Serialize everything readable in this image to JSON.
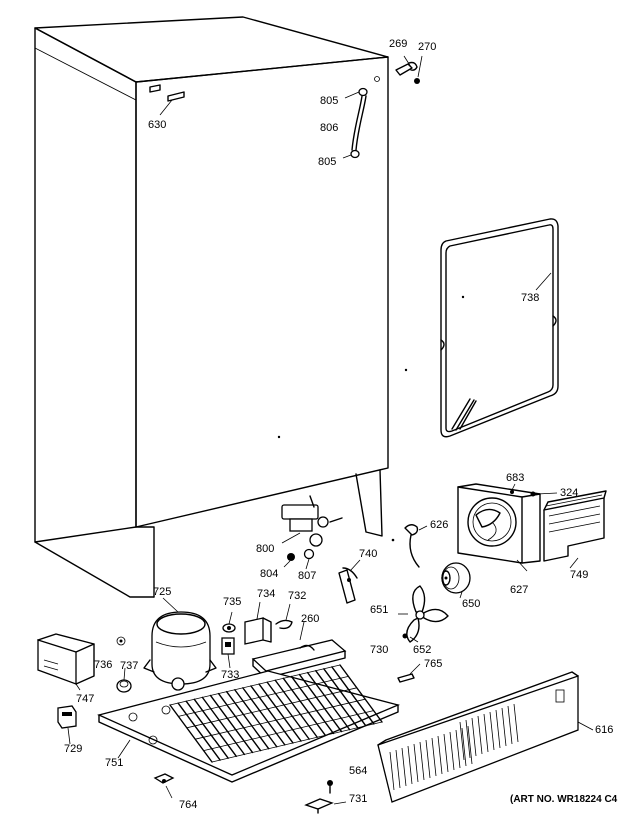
{
  "parts": [
    {
      "id": "p269",
      "label": "269"
    },
    {
      "id": "p270",
      "label": "270"
    },
    {
      "id": "p805a",
      "label": "805"
    },
    {
      "id": "p806",
      "label": "806"
    },
    {
      "id": "p805b",
      "label": "805"
    },
    {
      "id": "p630",
      "label": "630"
    },
    {
      "id": "p738",
      "label": "738"
    },
    {
      "id": "p683",
      "label": "683"
    },
    {
      "id": "p324",
      "label": "324"
    },
    {
      "id": "p626",
      "label": "626"
    },
    {
      "id": "p800",
      "label": "800"
    },
    {
      "id": "p740",
      "label": "740"
    },
    {
      "id": "p804",
      "label": "804"
    },
    {
      "id": "p807",
      "label": "807"
    },
    {
      "id": "p749",
      "label": "749"
    },
    {
      "id": "p627",
      "label": "627"
    },
    {
      "id": "p650",
      "label": "650"
    },
    {
      "id": "p725",
      "label": "725"
    },
    {
      "id": "p735",
      "label": "735"
    },
    {
      "id": "p734",
      "label": "734"
    },
    {
      "id": "p732",
      "label": "732"
    },
    {
      "id": "p651",
      "label": "651"
    },
    {
      "id": "p260",
      "label": "260"
    },
    {
      "id": "p652",
      "label": "652"
    },
    {
      "id": "p730",
      "label": "730"
    },
    {
      "id": "p765",
      "label": "765"
    },
    {
      "id": "p736",
      "label": "736"
    },
    {
      "id": "p737",
      "label": "737"
    },
    {
      "id": "p733",
      "label": "733"
    },
    {
      "id": "p747",
      "label": "747"
    },
    {
      "id": "p616",
      "label": "616"
    },
    {
      "id": "p729",
      "label": "729"
    },
    {
      "id": "p751",
      "label": "751"
    },
    {
      "id": "p564",
      "label": "564"
    },
    {
      "id": "p764",
      "label": "764"
    },
    {
      "id": "p731",
      "label": "731"
    }
  ],
  "art_number": "(ART NO. WR18224 C4"
}
